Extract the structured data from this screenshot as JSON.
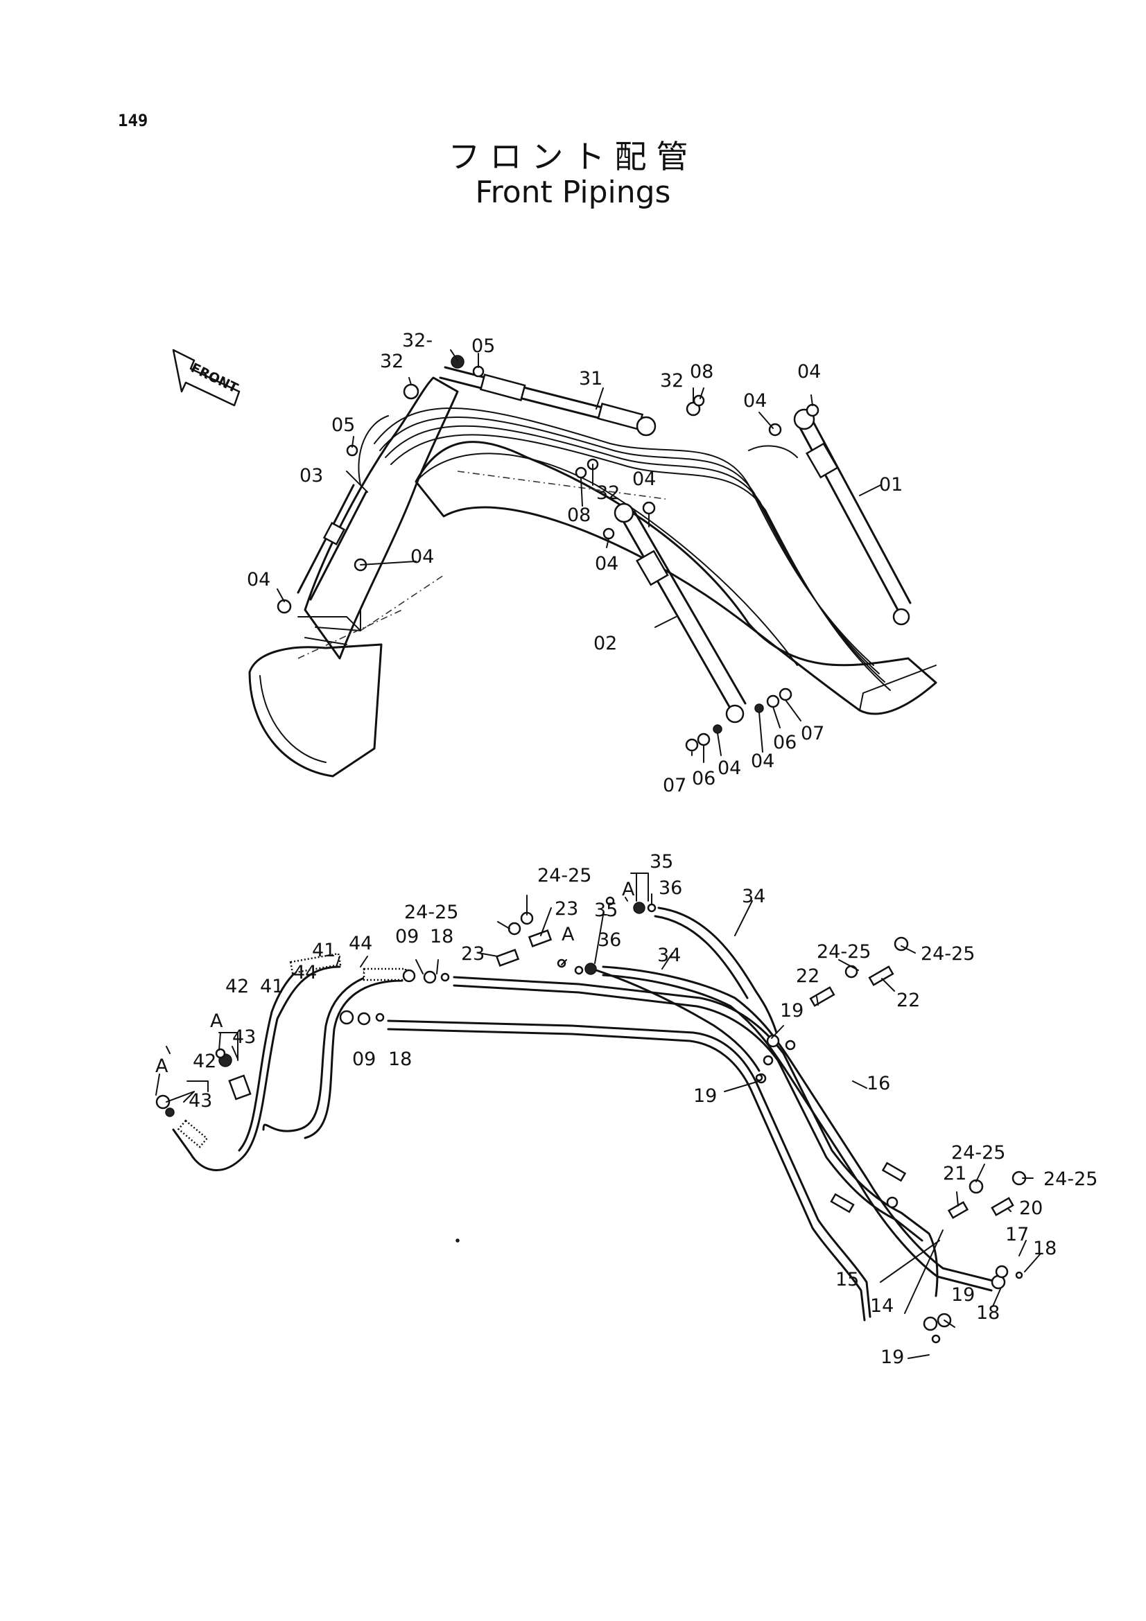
{
  "header": {
    "page_number": "149",
    "title_jp": "フロント配管",
    "title_en": "Front Pipings"
  },
  "front_arrow": {
    "label": "FRONT"
  },
  "upper_callouts": [
    {
      "id": "u32a",
      "text": "32-"
    },
    {
      "id": "u05a",
      "text": "05"
    },
    {
      "id": "u32b",
      "text": "32"
    },
    {
      "id": "u31",
      "text": "31"
    },
    {
      "id": "u32c",
      "text": "32"
    },
    {
      "id": "u08a",
      "text": "08"
    },
    {
      "id": "u04a",
      "text": "04"
    },
    {
      "id": "u04b",
      "text": "04"
    },
    {
      "id": "u05b",
      "text": "05"
    },
    {
      "id": "u03",
      "text": "03"
    },
    {
      "id": "u04c",
      "text": "04"
    },
    {
      "id": "u32d",
      "text": "32"
    },
    {
      "id": "u08b",
      "text": "08"
    },
    {
      "id": "u01",
      "text": "01"
    },
    {
      "id": "u04d",
      "text": "04"
    },
    {
      "id": "u04e",
      "text": "04"
    },
    {
      "id": "u04f",
      "text": "04"
    },
    {
      "id": "u02",
      "text": "02"
    },
    {
      "id": "u07a",
      "text": "07"
    },
    {
      "id": "u06a",
      "text": "06"
    },
    {
      "id": "u04g",
      "text": "04"
    },
    {
      "id": "u04h",
      "text": "04"
    },
    {
      "id": "u06b",
      "text": "06"
    },
    {
      "id": "u07b",
      "text": "07"
    }
  ],
  "lower_callouts": [
    {
      "id": "l35a",
      "text": "35"
    },
    {
      "id": "lA1",
      "text": "A"
    },
    {
      "id": "l36a",
      "text": "36"
    },
    {
      "id": "l2425a",
      "text": "24-25"
    },
    {
      "id": "l34a",
      "text": "34"
    },
    {
      "id": "l2425b",
      "text": "24-25"
    },
    {
      "id": "l23a",
      "text": "23"
    },
    {
      "id": "l35b",
      "text": "35"
    },
    {
      "id": "lA2",
      "text": "A"
    },
    {
      "id": "l36b",
      "text": "36"
    },
    {
      "id": "l09a",
      "text": "09"
    },
    {
      "id": "l18a",
      "text": "18"
    },
    {
      "id": "l41a",
      "text": "41"
    },
    {
      "id": "l44a",
      "text": "44"
    },
    {
      "id": "l23b",
      "text": "23"
    },
    {
      "id": "l34b",
      "text": "34"
    },
    {
      "id": "l2425c",
      "text": "24-25"
    },
    {
      "id": "l2425d",
      "text": "24-25"
    },
    {
      "id": "l22a",
      "text": "22"
    },
    {
      "id": "l22b",
      "text": "22"
    },
    {
      "id": "l42a",
      "text": "42"
    },
    {
      "id": "l41b",
      "text": "41"
    },
    {
      "id": "l44b",
      "text": "44"
    },
    {
      "id": "lA3",
      "text": "A"
    },
    {
      "id": "l19a",
      "text": "19"
    },
    {
      "id": "l43a",
      "text": "43"
    },
    {
      "id": "lA4",
      "text": "A"
    },
    {
      "id": "l42b",
      "text": "42"
    },
    {
      "id": "l09b",
      "text": "09"
    },
    {
      "id": "l18b",
      "text": "18"
    },
    {
      "id": "l43b",
      "text": "43"
    },
    {
      "id": "l19b",
      "text": "19"
    },
    {
      "id": "l16",
      "text": "16"
    },
    {
      "id": "l2425e",
      "text": "24-25"
    },
    {
      "id": "l2425f",
      "text": "24-25"
    },
    {
      "id": "l21",
      "text": "21"
    },
    {
      "id": "l20",
      "text": "20"
    },
    {
      "id": "l17",
      "text": "17"
    },
    {
      "id": "l18c",
      "text": "18"
    },
    {
      "id": "l15",
      "text": "15"
    },
    {
      "id": "l14",
      "text": "14"
    },
    {
      "id": "l19c",
      "text": "19"
    },
    {
      "id": "l18d",
      "text": "18"
    },
    {
      "id": "l19d",
      "text": "19"
    }
  ]
}
